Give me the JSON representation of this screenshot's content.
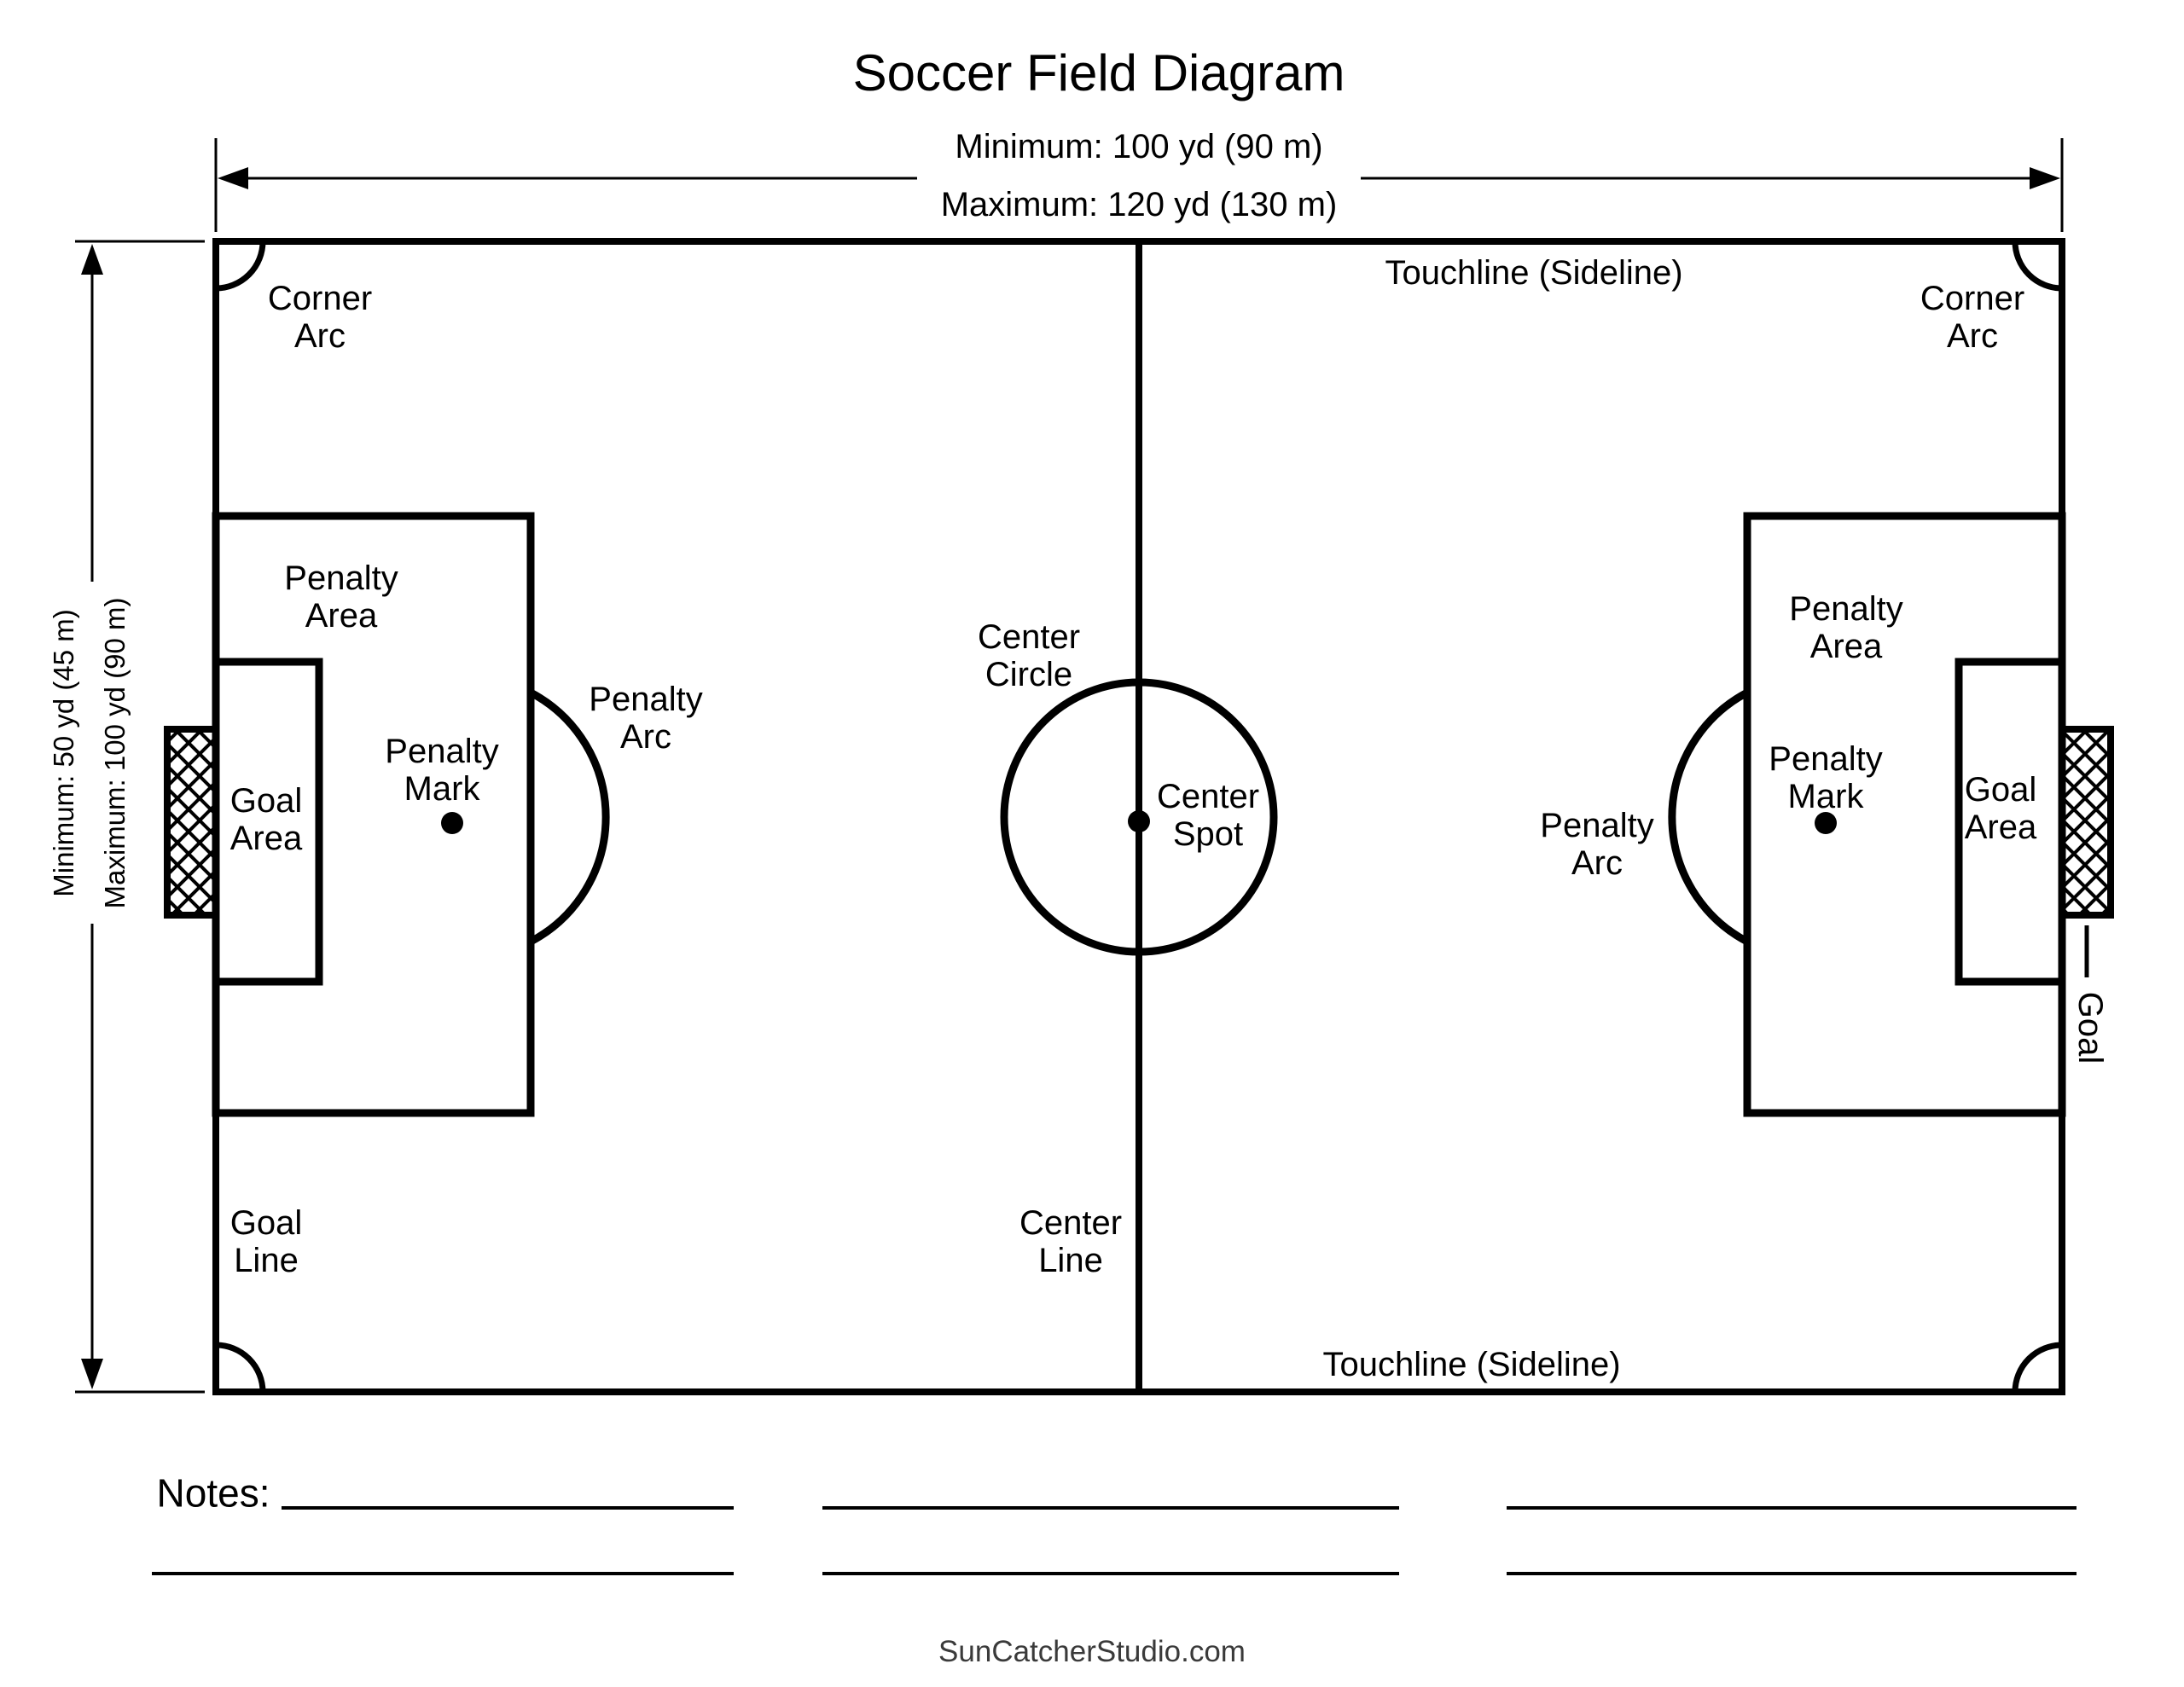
{
  "title": "Soccer Field Diagram",
  "dimensions": {
    "width_min": "Minimum: 100 yd (90 m)",
    "width_max": "Maximum: 120 yd (130 m)",
    "length_min": "Minimum: 50 yd (45 m)",
    "length_max": "Maximum: 100 yd (90 m)"
  },
  "labels": {
    "corner_arc": "Corner\nArc",
    "touchline": "Touchline (Sideline)",
    "penalty_area": "Penalty\nArea",
    "goal_area": "Goal\nArea",
    "penalty_mark": "Penalty\nMark",
    "penalty_arc": "Penalty\nArc",
    "center_circle": "Center\nCircle",
    "center_spot": "Center\nSpot",
    "goal": "Goal",
    "goal_line": "Goal\nLine",
    "center_line": "Center\nLine"
  },
  "notes_label": "Notes:",
  "footer": "SunCatcherStudio.com",
  "colors": {
    "line": "#000000",
    "background": "#ffffff",
    "footer_text": "#3a3a3a"
  }
}
